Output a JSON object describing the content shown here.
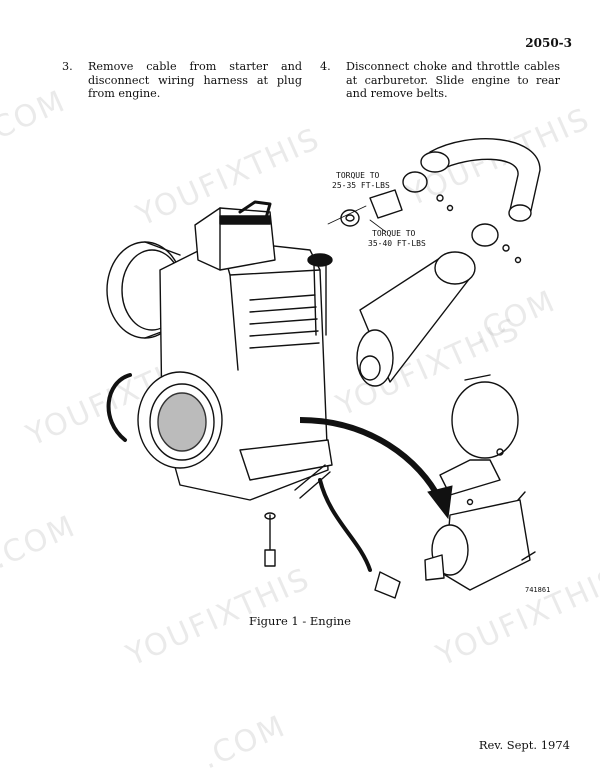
{
  "header": {
    "page_number": "2050-3"
  },
  "steps": [
    {
      "number": "3.",
      "text": "Remove cable from starter and disconnect wiring harness at plug from engine."
    },
    {
      "number": "4.",
      "text": "Disconnect choke and throttle cables at carburetor. Slide engine to rear and remove belts."
    }
  ],
  "figure": {
    "callouts": {
      "torque_1_line1": "TORQUE TO",
      "torque_1_line2": "25-35 FT-LBS",
      "torque_2_line1": "TORQUE TO",
      "torque_2_line2": "35-40 FT-LBS"
    },
    "drawing_id": "741861",
    "caption": "Figure 1 - Engine"
  },
  "footer": {
    "revision": "Rev. Sept. 1974"
  },
  "watermark": {
    "text": "YOUFIXTHIS",
    "suffix": ".COM"
  }
}
